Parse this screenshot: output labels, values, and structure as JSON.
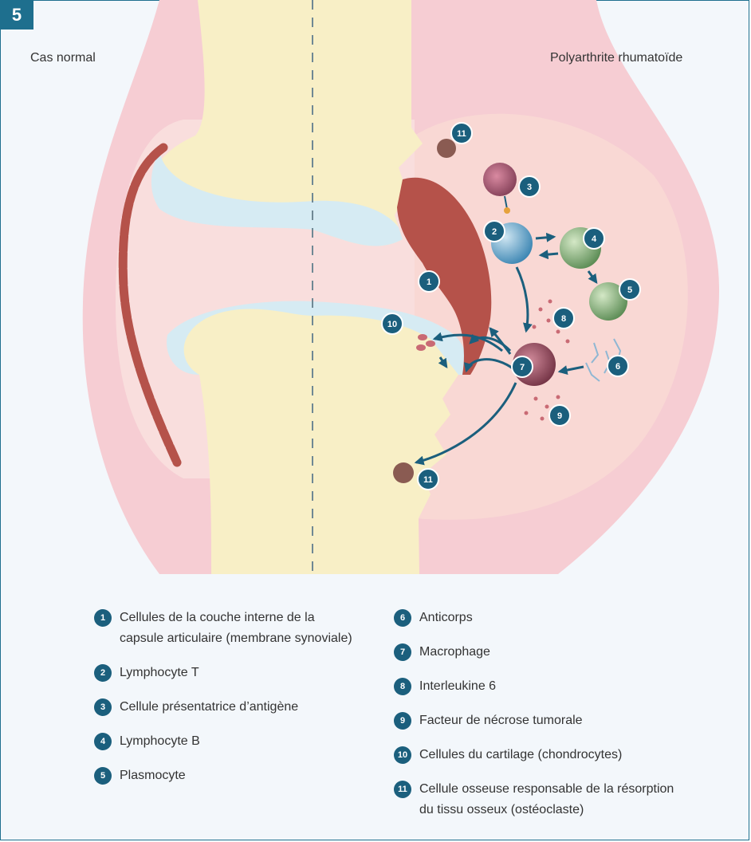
{
  "figure": {
    "number": "5"
  },
  "labels": {
    "left": "Cas normal",
    "right": "Polyarthrite rhumatoïde"
  },
  "colors": {
    "accent": "#1e6f8e",
    "badge": "#1b5f7d",
    "synovial": "#b5524a",
    "bone": "#f7efc4",
    "cartilage": "#d9ecf4",
    "inflamed": "#f9d8d4"
  },
  "markers": [
    "1",
    "2",
    "3",
    "4",
    "5",
    "6",
    "7",
    "8",
    "9",
    "10",
    "11",
    "11"
  ],
  "legend": {
    "left": [
      {
        "num": "1",
        "text": "Cellules de la couche interne de la\ncapsule articulaire (membrane synoviale)"
      },
      {
        "num": "2",
        "text": "Lymphocyte T"
      },
      {
        "num": "3",
        "text": "Cellule présentatrice d’antigène"
      },
      {
        "num": "4",
        "text": "Lymphocyte B"
      },
      {
        "num": "5",
        "text": "Plasmocyte"
      }
    ],
    "right": [
      {
        "num": "6",
        "text": "Anticorps"
      },
      {
        "num": "7",
        "text": "Macrophage"
      },
      {
        "num": "8",
        "text": "Interleukine 6"
      },
      {
        "num": "9",
        "text": "Facteur de nécrose tumorale"
      },
      {
        "num": "10",
        "text": "Cellules du cartilage (chondrocytes)"
      },
      {
        "num": "11",
        "text": "Cellule osseuse responsable de la résorption\ndu tissu osseux (ostéoclaste)"
      }
    ]
  }
}
